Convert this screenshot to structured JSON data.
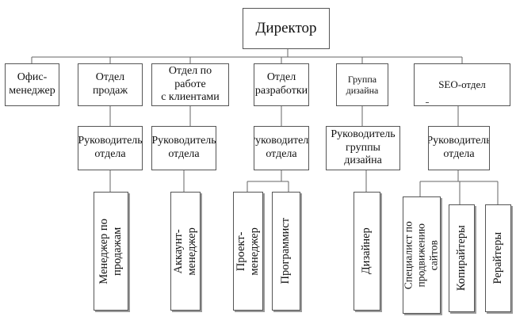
{
  "director": "Директор",
  "departments": [
    {
      "lines": [
        "Офис-",
        "менеджер"
      ]
    },
    {
      "lines": [
        "Отдел",
        "продаж"
      ]
    },
    {
      "lines": [
        "Отдел по работе",
        "с клиентами"
      ]
    },
    {
      "lines": [
        "Отдел",
        "разработки"
      ]
    },
    {
      "lines": [
        "Группа",
        "дизайна"
      ]
    },
    {
      "lines": [
        "SEO-отдел"
      ]
    }
  ],
  "heads": [
    {
      "lines": [
        "Руководитель",
        "отдела"
      ]
    },
    {
      "lines": [
        "Руководитель",
        "отдела"
      ]
    },
    {
      "lines": [
        "Руководитель",
        "отдела"
      ]
    },
    {
      "lines": [
        "Руководитель",
        "группы дизайна"
      ]
    },
    {
      "lines": [
        "Руководитель",
        "отдела"
      ]
    }
  ],
  "staff": [
    {
      "lines": [
        "Менеджер по",
        "продажам"
      ]
    },
    {
      "lines": [
        "Аккаунт-",
        "менеджер"
      ]
    },
    {
      "lines": [
        "Проект-",
        "менеджер"
      ]
    },
    {
      "lines": [
        "Программист"
      ]
    },
    {
      "lines": [
        "Дизайнер"
      ]
    },
    {
      "lines": [
        "Специалист по",
        "продвижению",
        "сайтов"
      ]
    },
    {
      "lines": [
        "Копирайтеры"
      ]
    },
    {
      "lines": [
        "Рерайтеры"
      ]
    }
  ]
}
